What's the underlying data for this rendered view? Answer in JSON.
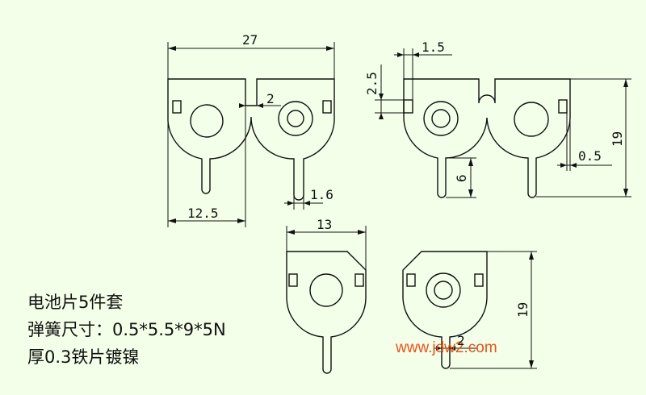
{
  "dimensions": {
    "front_width": "27",
    "center_gap": "2",
    "tab_width_front": "1.6",
    "half_width": "12.5",
    "slot_width": "1.5",
    "slot_height": "2.5",
    "total_height": "19",
    "edge_offset": "0.5",
    "pin_length": "6",
    "single_width": "13",
    "single_height": "19",
    "single_tab": "2"
  },
  "notes": {
    "line1": "电池片5件套",
    "line2": "弹簧尺寸：0.5*5.5*9*5N",
    "line3": "厚0.3铁片镀镍"
  },
  "watermark": {
    "text": "www.jdw2.com",
    "color": "#e8541c"
  },
  "colors": {
    "background": "#f3ffe8",
    "line": "#111111"
  }
}
